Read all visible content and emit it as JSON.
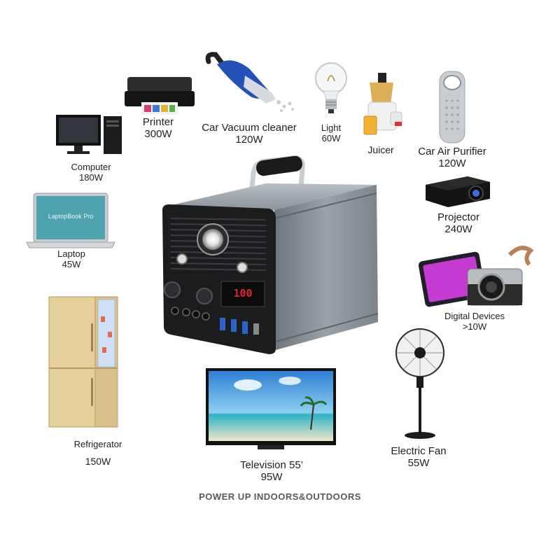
{
  "devices": {
    "computer": {
      "name": "Computer",
      "watt": "180W",
      "icon": "desktop-computer-icon"
    },
    "printer": {
      "name": "Printer",
      "watt": "300W",
      "icon": "printer-icon"
    },
    "vacuum": {
      "name": "Car Vacuum cleaner",
      "watt": "120W",
      "icon": "handheld-vacuum-icon"
    },
    "light": {
      "name": "Light",
      "watt": "60W",
      "icon": "light-bulb-icon"
    },
    "juicer": {
      "name": "Juicer",
      "watt": "",
      "icon": "juicer-icon"
    },
    "purifier": {
      "name": "Car Air Purifier",
      "watt": "120W",
      "icon": "air-purifier-icon"
    },
    "projector": {
      "name": "Projector",
      "watt": "240W",
      "icon": "projector-icon"
    },
    "laptop": {
      "name": "Laptop",
      "watt": "45W",
      "icon": "laptop-icon",
      "screen_text": "LaptopBook Pro"
    },
    "digital": {
      "name": "Digital Devices",
      "watt": ">10W",
      "icon": "camera-tablet-icon"
    },
    "refrigerator": {
      "name": "Refrigerator",
      "watt": "150W",
      "icon": "refrigerator-icon"
    },
    "fan": {
      "name": "Electric Fan",
      "watt": "55W",
      "icon": "standing-fan-icon"
    },
    "tv": {
      "name": "Television 55’",
      "watt": "95W",
      "icon": "television-icon"
    }
  },
  "power_station": {
    "icon": "portable-power-station-icon",
    "display_value": "100"
  },
  "tagline": "POWER UP INDOORS&OUTDOORS",
  "colors": {
    "station_body": "#8a9096",
    "station_front": "#1b1c1e",
    "display_red": "#e0262b",
    "text": "#1f1f1f"
  }
}
